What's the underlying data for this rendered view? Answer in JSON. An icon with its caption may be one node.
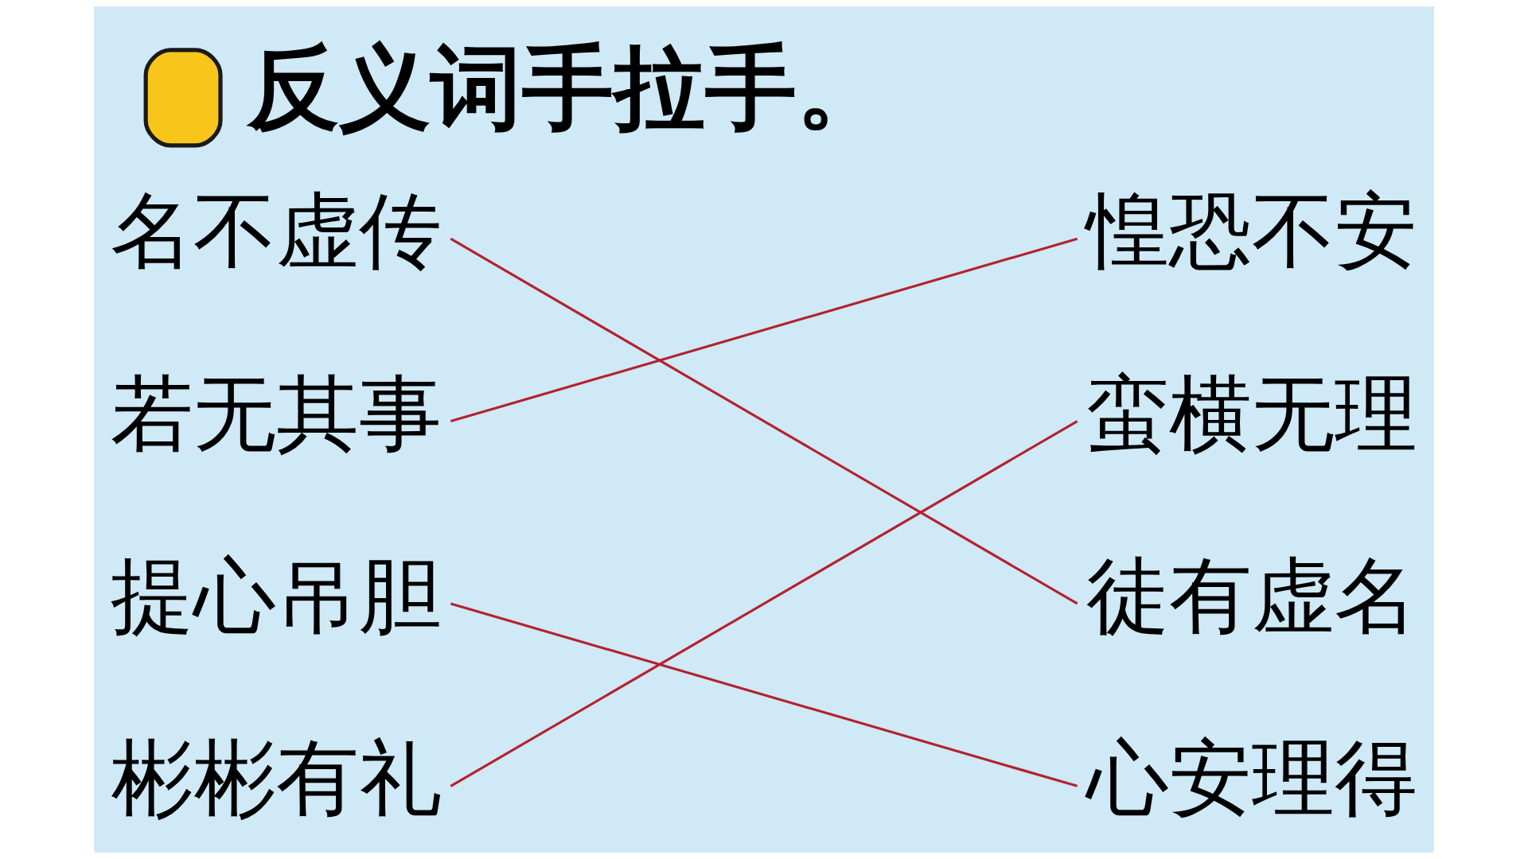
{
  "diagram": {
    "title": "反义词手拉手。",
    "nodes": [
      {
        "text": [
          "名不虚传"
        ]
      },
      {
        "text": [
          "若无其事"
        ]
      },
      {
        "text": [
          "提心吊胆"
        ]
      },
      {
        "text": [
          "彬彬有礼"
        ]
      },
      {
        "text": [
          "惶恐不安"
        ]
      },
      {
        "text": [
          "蛮横无理"
        ]
      },
      {
        "text": [
          "徒有虚名"
        ]
      },
      {
        "text": [
          "心安理得"
        ]
      }
    ],
    "edges": [
      {
        "from": 0,
        "to": 6,
        "arrow": "none"
      },
      {
        "from": 1,
        "to": 4,
        "arrow": "none"
      },
      {
        "from": 2,
        "to": 7,
        "arrow": "none"
      },
      {
        "from": 3,
        "to": 5,
        "arrow": "none"
      }
    ]
  }
}
